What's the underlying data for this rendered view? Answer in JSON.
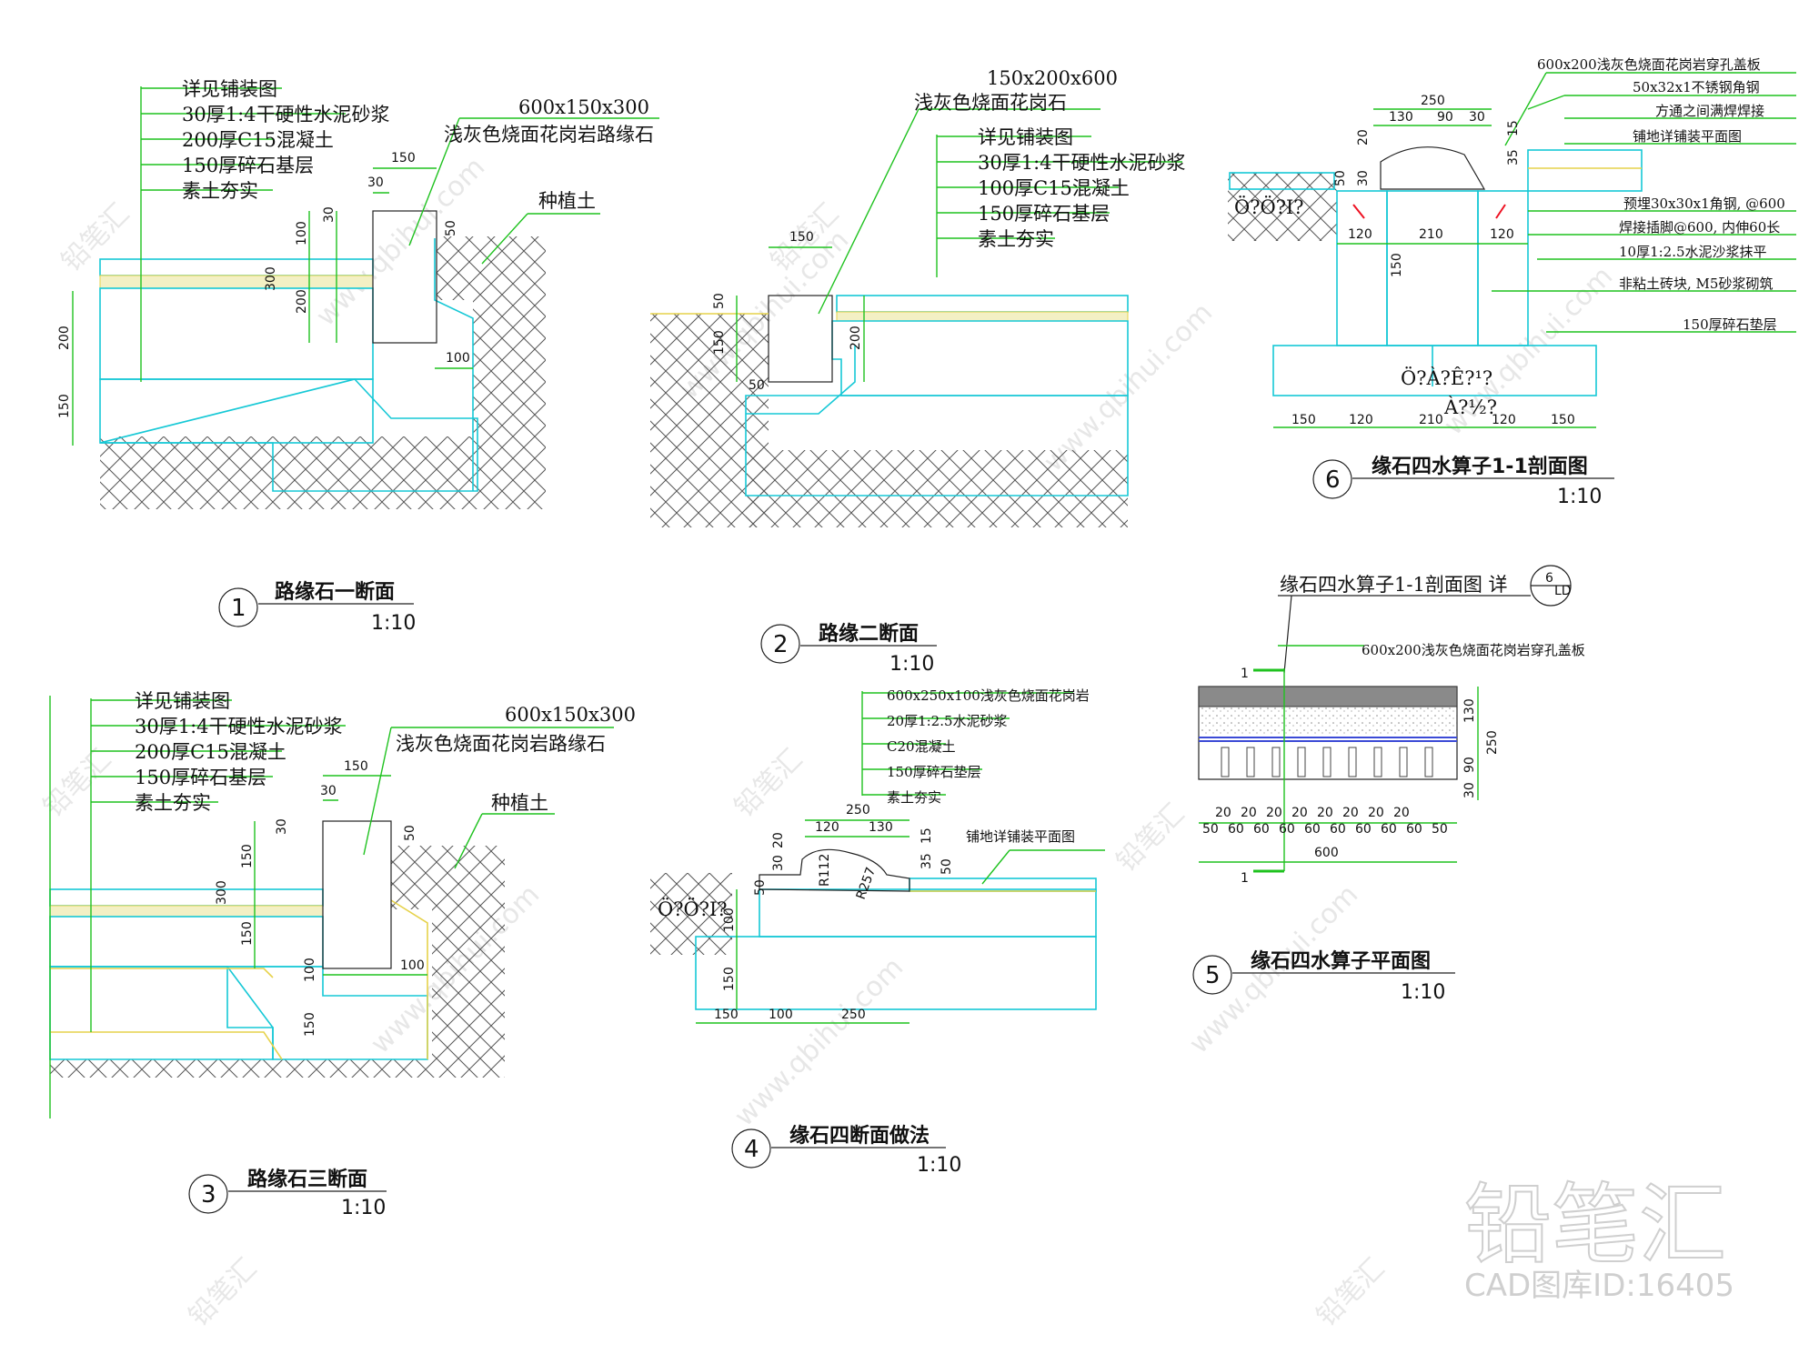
{
  "watermark": {
    "url": "www.qbihui.com",
    "brand": "铅笔汇",
    "corner_brand": "铅笔汇",
    "corner_id": "CAD图库ID:16405"
  },
  "d1": {
    "title": "路缘石一断面",
    "number": "1",
    "scale": "1:10",
    "callouts": [
      "详见铺装图",
      "30厚1:4干硬性水泥砂浆",
      "200厚C15混凝土",
      "150厚碎石基层",
      "素土夯实"
    ],
    "curb_size": "600x150x300",
    "curb_name": "浅灰色烧面花岗岩路缘石",
    "soil": "种植土",
    "dims": [
      "150",
      "30",
      "30",
      "100",
      "50",
      "300",
      "200",
      "200",
      "150",
      "100"
    ]
  },
  "d2": {
    "title": "路缘二断面",
    "number": "2",
    "scale": "1:10",
    "curb_size": "150x200x600",
    "curb_name": "浅灰色烧面花岗石",
    "callouts": [
      "详见铺装图",
      "30厚1:4干硬性水泥砂浆",
      "100厚C15混凝土",
      "150厚碎石基层",
      "素土夯实"
    ],
    "dims": [
      "150",
      "50",
      "150",
      "50",
      "200"
    ]
  },
  "d3": {
    "title": "路缘石三断面",
    "number": "3",
    "scale": "1:10",
    "callouts": [
      "详见铺装图",
      "30厚1:4干硬性水泥砂浆",
      "200厚C15混凝土",
      "150厚碎石基层",
      "素土夯实"
    ],
    "curb_size": "600x150x300",
    "curb_name": "浅灰色烧面花岗岩路缘石",
    "soil": "种植土",
    "dims": [
      "150",
      "30",
      "30",
      "50",
      "150",
      "300",
      "150",
      "100",
      "100",
      "150"
    ]
  },
  "d4": {
    "title": "缘石四断面做法",
    "number": "4",
    "scale": "1:10",
    "callouts": [
      "600x250x100浅灰色烧面花岗岩",
      "20厚1:2.5水泥砂浆",
      "C20混凝土",
      "150厚碎石垫层",
      "素土夯实"
    ],
    "paving_note": "铺地详铺装平面图",
    "garbled": "Ö?Ö?I?",
    "dims": [
      "250",
      "120",
      "130",
      "20",
      "30",
      "50",
      "R112",
      "R257",
      "35",
      "15",
      "50",
      "100",
      "150",
      "150",
      "100",
      "250"
    ]
  },
  "d5": {
    "title": "缘石四水算子平面图",
    "number": "5",
    "scale": "1:10",
    "ref_note": "缘石四水算子1-1剖面图 详",
    "ref_tag_top": "6",
    "ref_tag_bottom": "LD",
    "cover_note": "600x200浅灰色烧面花岗岩穿孔盖板",
    "section_mark": "1",
    "dims_right": [
      "130",
      "250",
      "90",
      "30"
    ],
    "dims_bottom": [
      "20",
      "20",
      "20",
      "20",
      "20",
      "20",
      "20",
      "20",
      "50",
      "60",
      "60",
      "60",
      "60",
      "60",
      "60",
      "60",
      "60",
      "50"
    ],
    "total": "600"
  },
  "d6": {
    "title": "缘石四水算子1-1剖面图",
    "number": "6",
    "scale": "1:10",
    "callouts": [
      "600x200浅灰色烧面花岗岩穿孔盖板",
      "50x32x1不锈钢角钢",
      "方通之间满焊焊接",
      "铺地详铺装平面图",
      "预埋30x30x1角钢, @600",
      "焊接插脚@600, 内伸60长",
      "10厚1:2.5水泥沙浆抹平",
      "非粘土砖块, M5砂浆砌筑",
      "150厚碎石垫层"
    ],
    "garbled_left": "Ö?Ö?I?",
    "garbled_mid": "Ö?À?Ê?¹?",
    "garbled_bot": "À?½?",
    "dims_top": [
      "250",
      "130",
      "90",
      "30",
      "20",
      "50",
      "30",
      "35",
      "15"
    ],
    "dims_mid": [
      "120",
      "210",
      "120",
      "150"
    ],
    "dims_bottom": [
      "150",
      "120",
      "210",
      "120",
      "150"
    ]
  }
}
